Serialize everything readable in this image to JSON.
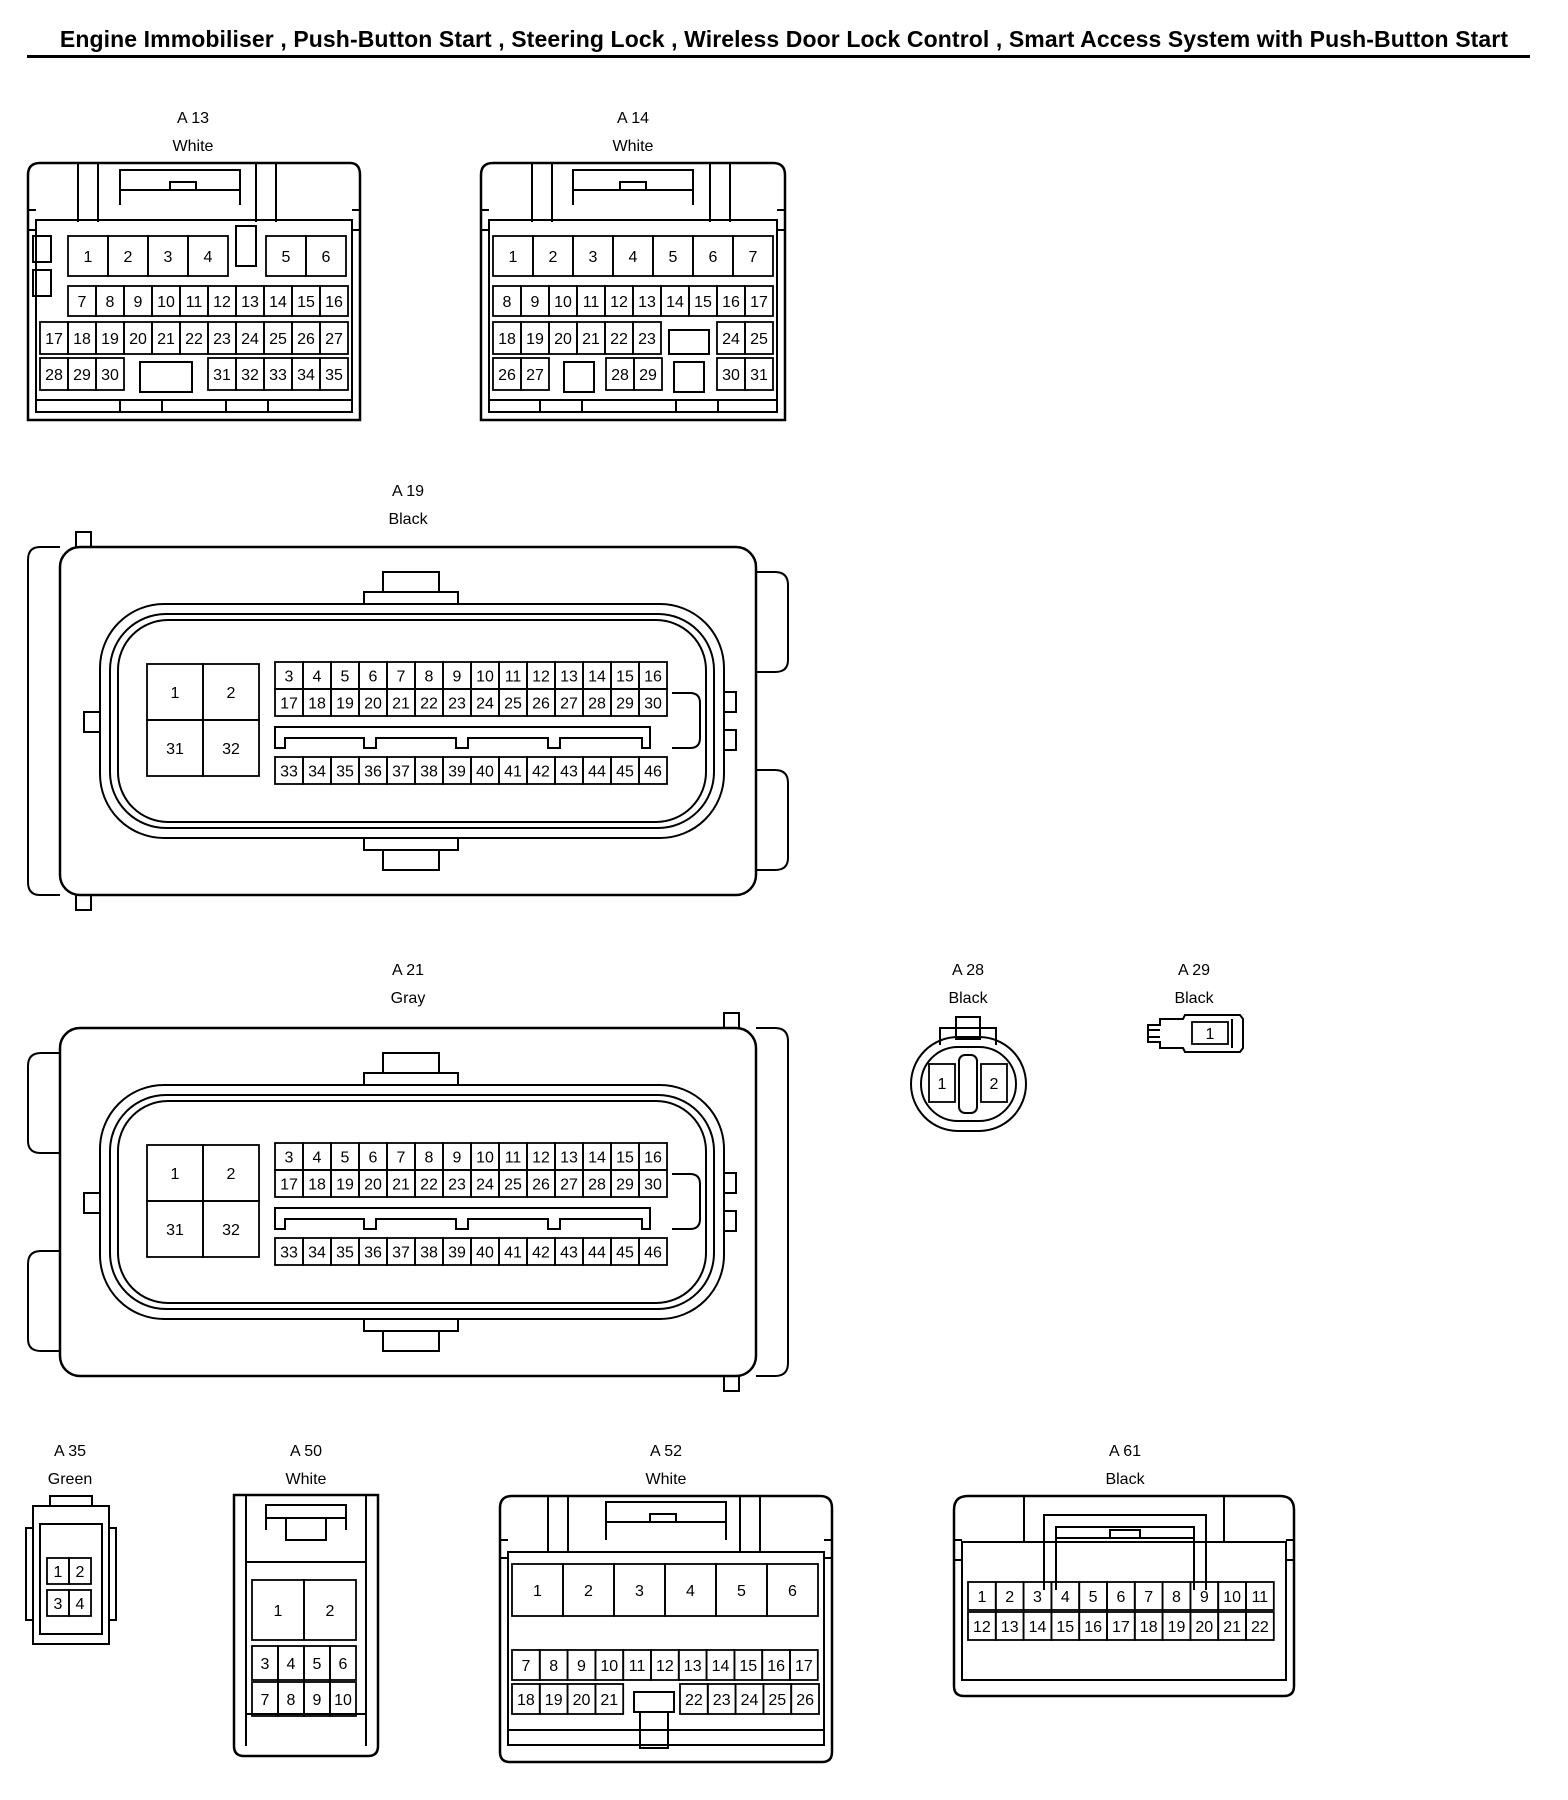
{
  "title": "Engine Immobiliser , Push-Button Start , Steering Lock , Wireless Door Lock Control , Smart Access System with Push-Button Start",
  "connectors": [
    {
      "id": "A 13",
      "color": "White"
    },
    {
      "id": "A 14",
      "color": "White"
    },
    {
      "id": "A 19",
      "color": "Black"
    },
    {
      "id": "A 21",
      "color": "Gray"
    },
    {
      "id": "A 28",
      "color": "Black"
    },
    {
      "id": "A 29",
      "color": "Black"
    },
    {
      "id": "A 35",
      "color": "Green"
    },
    {
      "id": "A 50",
      "color": "White"
    },
    {
      "id": "A 52",
      "color": "White"
    },
    {
      "id": "A 61",
      "color": "Black"
    }
  ]
}
